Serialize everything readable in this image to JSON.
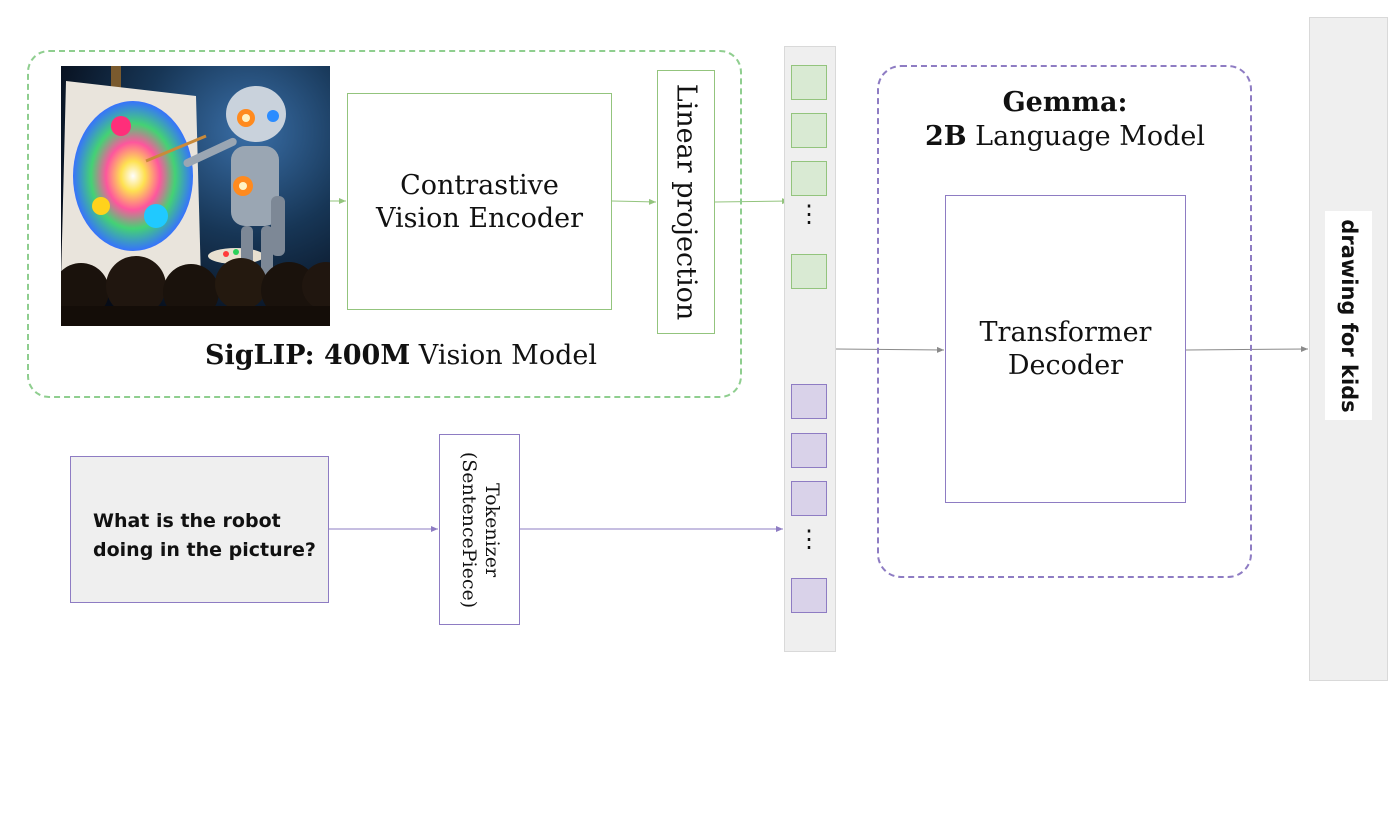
{
  "vision_model": {
    "title_bold": "SigLIP: 400M",
    "title_rest": "Vision Model",
    "encoder_label": "Contrastive\nVision Encoder",
    "projection_label": "Linear projection",
    "image_alt": "robot painting picture"
  },
  "tokens": {
    "image_tokens_shown": 4,
    "text_tokens_shown": 4,
    "ellipsis": "⋮"
  },
  "language_model": {
    "title_line1": "Gemma:",
    "title_line2_bold": "2B",
    "title_line2_rest": "Language Model",
    "decoder_label": "Transformer\nDecoder"
  },
  "input": {
    "question": "What is the robot doing in the picture?"
  },
  "tokenizer": {
    "label": "Tokenizer\n(SentencePiece)"
  },
  "output": {
    "text": "drawing for kids"
  },
  "colors": {
    "vision_green": "#93c47d",
    "vision_dash": "#8fce8f",
    "language_purple": "#8e7cc3",
    "image_token_fill": "#d9ead3",
    "text_token_fill": "#d9d2e9",
    "column_gray": "#efefef"
  }
}
